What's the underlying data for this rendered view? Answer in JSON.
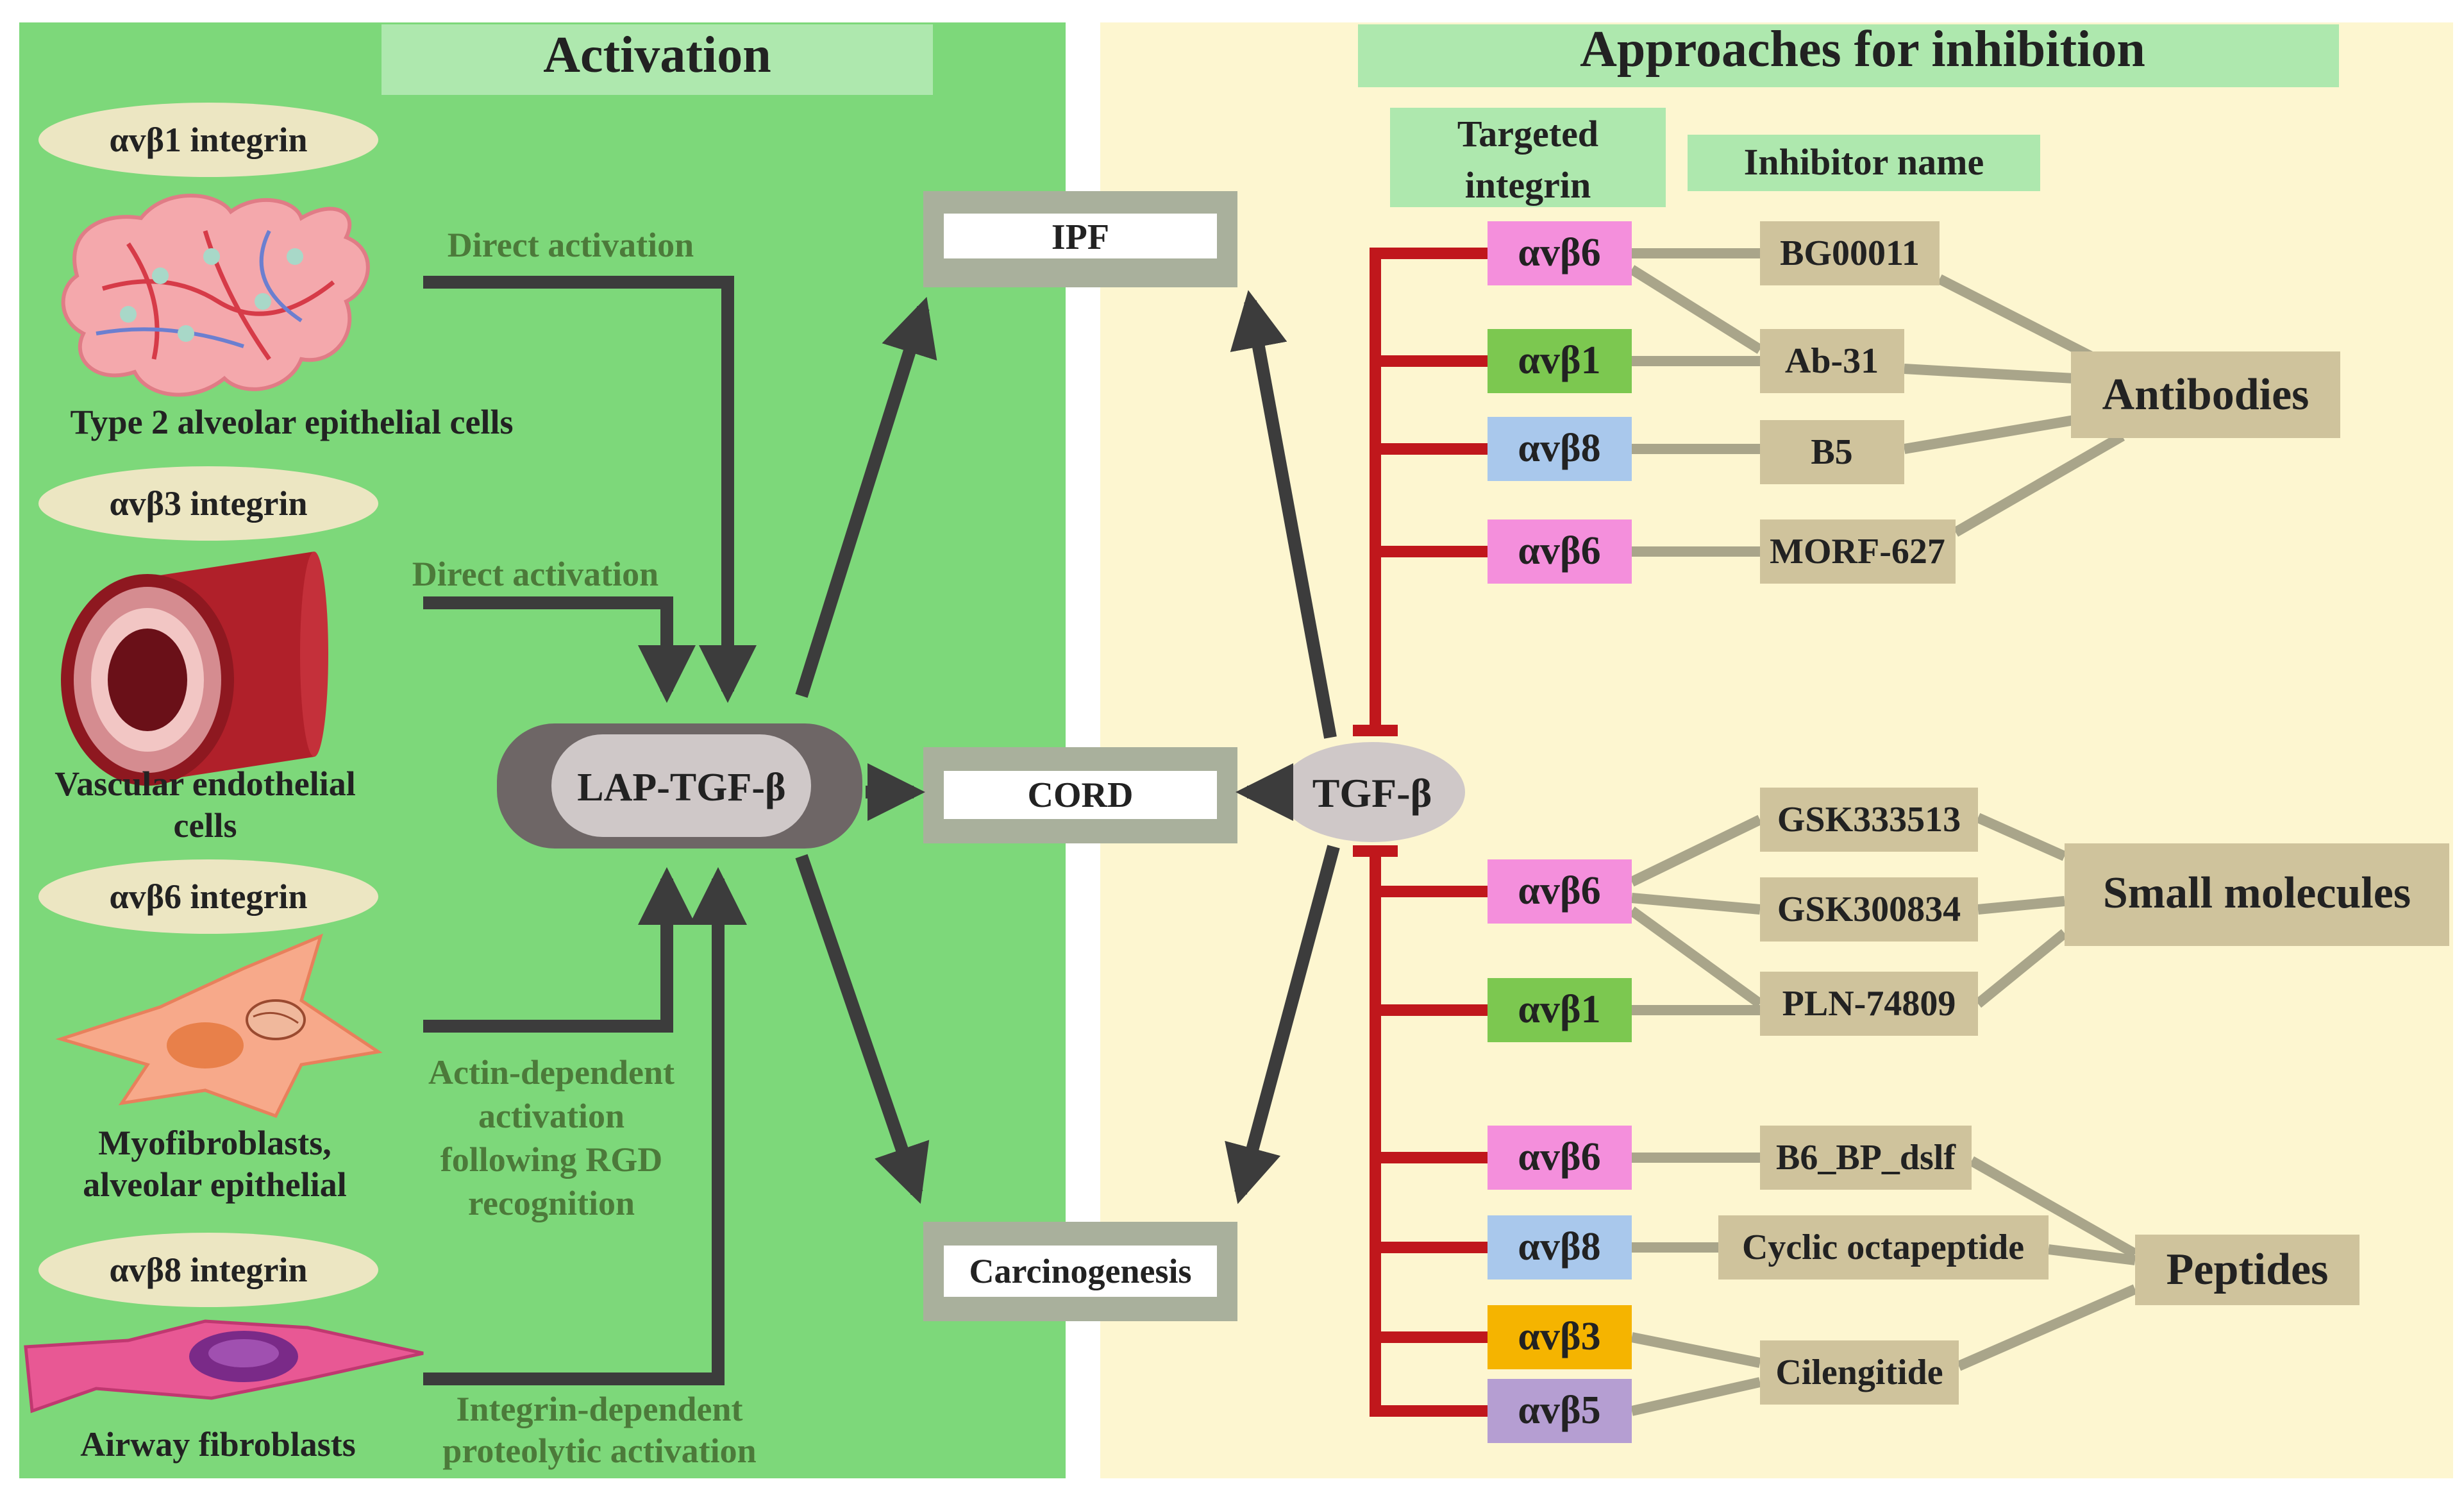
{
  "activation": {
    "title": "Activation",
    "integrins": [
      {
        "label": "αvβ1 integrin",
        "cell": [
          "Type 2 alveolar  epithelial cells"
        ],
        "activation": [
          "Direct activation"
        ]
      },
      {
        "label": "αvβ3 integrin",
        "cell": [
          "Vascular endothelial",
          "cells"
        ],
        "activation": [
          "Direct activation"
        ]
      },
      {
        "label": "αvβ6 integrin",
        "cell": [
          "Myofibroblasts,",
          "alveolar epithelial"
        ],
        "activation": [
          "Actin-dependent",
          "activation",
          "following RGD",
          "recognition"
        ]
      },
      {
        "label": "αvβ8 integrin",
        "cell": [
          "Airway fibroblasts"
        ],
        "activation": [
          "Integrin-dependent",
          "proteolytic activation"
        ]
      }
    ],
    "lap": "LAP-TGF-β"
  },
  "diseases": [
    "IPF",
    "CORD",
    "Carcinogenesis"
  ],
  "tgf": "TGF-β",
  "inhibition": {
    "title": "Approaches for inhibition",
    "header_integrin": [
      "Targeted",
      "integrin"
    ],
    "header_inhibitor": "Inhibitor name",
    "integrin_rows": [
      {
        "label": "αvβ6",
        "color": "#f48fdc"
      },
      {
        "label": "αvβ1",
        "color": "#7cc850"
      },
      {
        "label": "αvβ8",
        "color": "#a9c8ec"
      },
      {
        "label": "αvβ6",
        "color": "#f48fdc"
      },
      {
        "label": "αvβ6",
        "color": "#f48fdc"
      },
      {
        "label": "αvβ1",
        "color": "#7cc850"
      },
      {
        "label": "αvβ6",
        "color": "#f48fdc"
      },
      {
        "label": "αvβ8",
        "color": "#a9c8ec"
      },
      {
        "label": "αvβ3",
        "color": "#f5b400"
      },
      {
        "label": "αvβ5",
        "color": "#b59ed2"
      }
    ],
    "inhibitors": [
      "BG00011",
      "Ab-31",
      "B5",
      "MORF-627",
      "GSK333513",
      "GSK300834",
      "PLN-74809",
      "B6_BP_dslf",
      "Cyclic octapeptide",
      "Cilengitide"
    ],
    "categories": [
      "Antibodies",
      "Small molecules",
      "Peptides"
    ]
  },
  "colors": {
    "activation_panel": "#7dd87a",
    "inhibition_panel": "#fdf6d0",
    "header_box": "#aee8ae",
    "box_tan": "#cfc39c",
    "integrin_oval": "#ece6c2",
    "red_line": "#c0171c",
    "dark_arrow": "#3c3c3c",
    "grey_box": "#a9b09c",
    "green_text": "#4c7a3a"
  }
}
